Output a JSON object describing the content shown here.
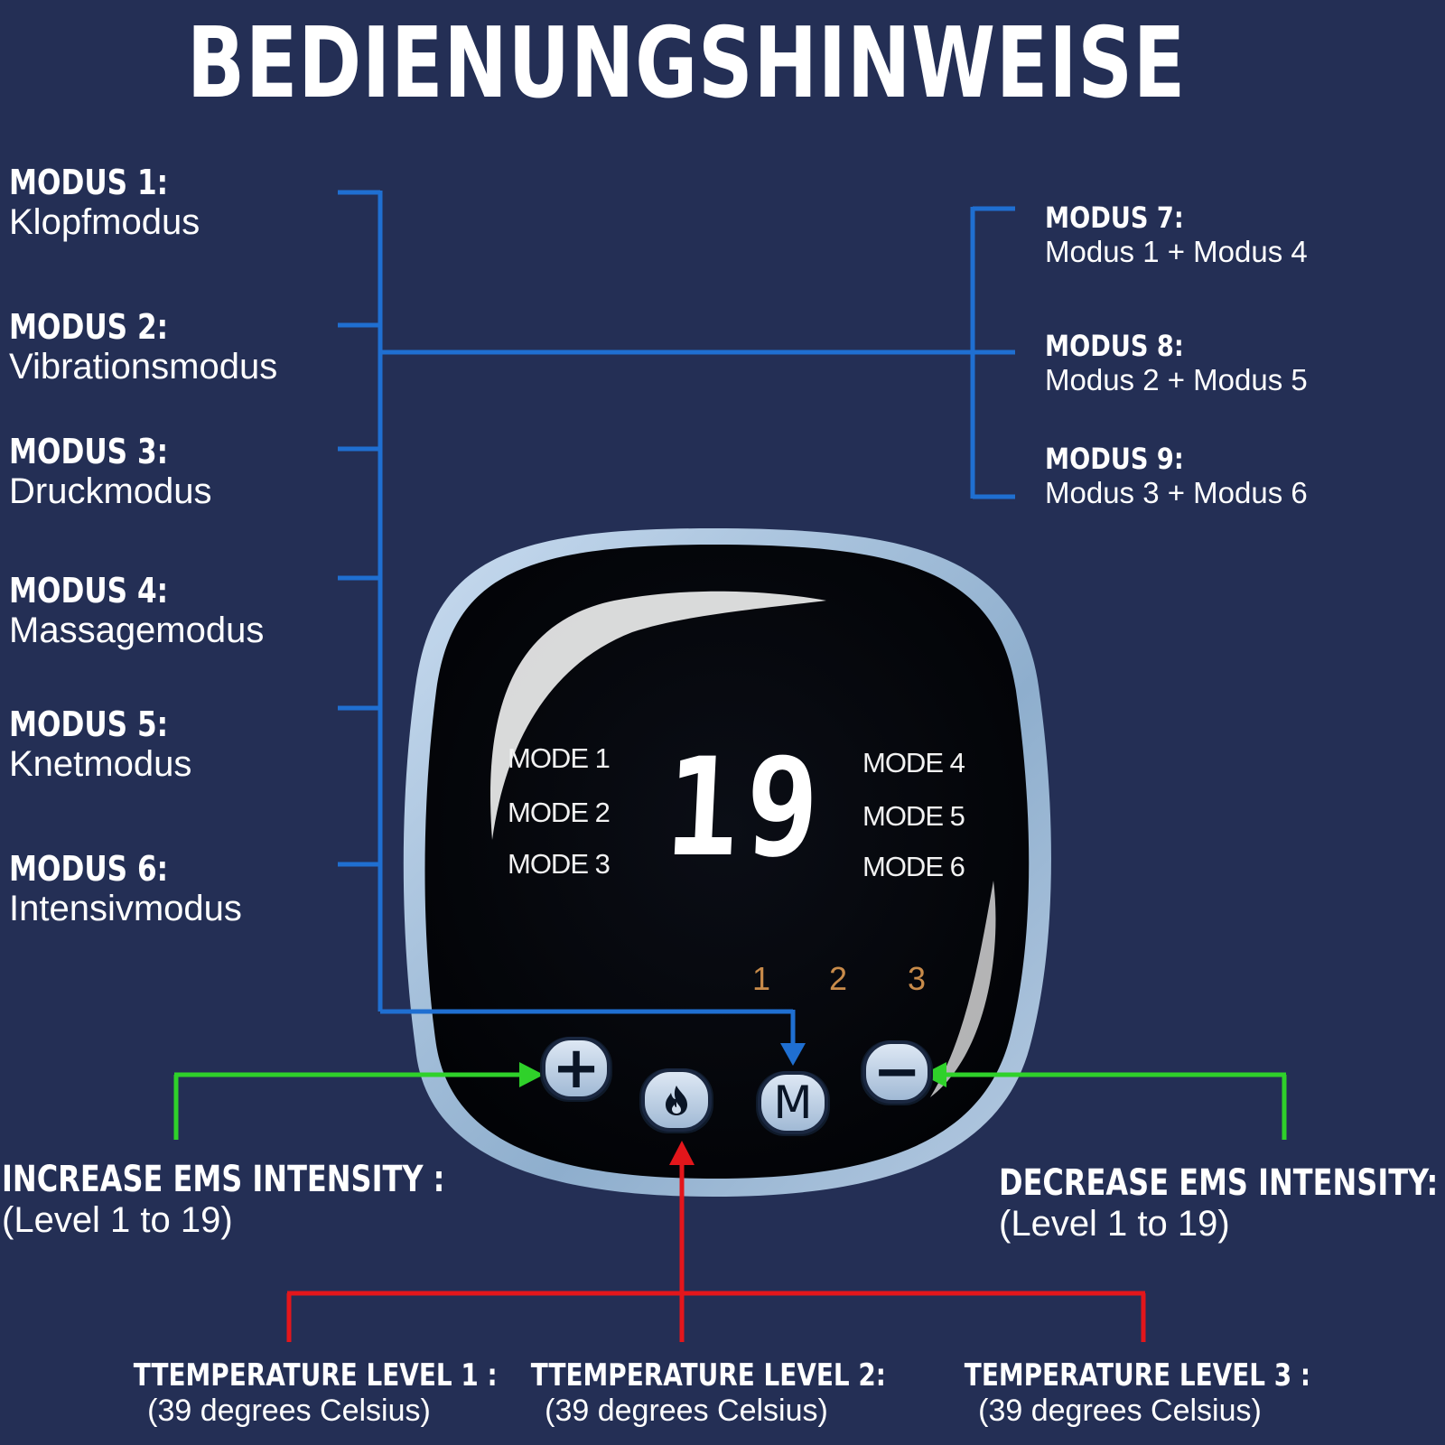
{
  "title": "BEDIENUNGSHINWEISE",
  "modes_left": [
    {
      "label": "MODUS 1:",
      "desc": "Klopfmodus"
    },
    {
      "label": "MODUS 2:",
      "desc": "Vibrationsmodus"
    },
    {
      "label": "MODUS 3:",
      "desc": "Druckmodus"
    },
    {
      "label": "MODUS 4:",
      "desc": "Massagemodus"
    },
    {
      "label": "MODUS 5:",
      "desc": "Knetmodus"
    },
    {
      "label": "MODUS 6:",
      "desc": "Intensivmodus"
    }
  ],
  "modes_right": [
    {
      "label": "MODUS 7:",
      "desc": "Modus 1 + Modus 4"
    },
    {
      "label": "MODUS 8:",
      "desc": "Modus 2 + Modus 5"
    },
    {
      "label": "MODUS 9:",
      "desc": "Modus 3 + Modus 6"
    }
  ],
  "device": {
    "display_value": "19",
    "modes_left": [
      "MODE 1",
      "MODE 2",
      "MODE 3"
    ],
    "modes_right": [
      "MODE 4",
      "MODE 5",
      "MODE 6"
    ],
    "heat_levels": [
      "1",
      "2",
      "3"
    ],
    "buttons": {
      "plus": "+",
      "heat": "heat-icon",
      "mode": "M",
      "minus": "−"
    }
  },
  "increase": {
    "label": "INCREASE EMS INTENSITY :",
    "desc": "(Level 1 to 19)"
  },
  "decrease": {
    "label": "DECREASE EMS INTENSITY:",
    "desc": "(Level 1 to 19)"
  },
  "temperature": [
    {
      "label": "TTEMPERATURE LEVEL 1 :",
      "desc": "(39 degrees Celsius)"
    },
    {
      "label": "TTEMPERATURE LEVEL 2:",
      "desc": "(39 degrees Celsius)"
    },
    {
      "label": "TEMPERATURE LEVEL 3 :",
      "desc": "(39 degrees Celsius)"
    }
  ],
  "colors": {
    "background": "#242f55",
    "blue_line": "#1f6fd1",
    "green_line": "#2fd12a",
    "red_line": "#e3161b",
    "device_ring": "#a9c6e6",
    "device_face": "#05070c",
    "level_digits": "#c88b4a"
  }
}
